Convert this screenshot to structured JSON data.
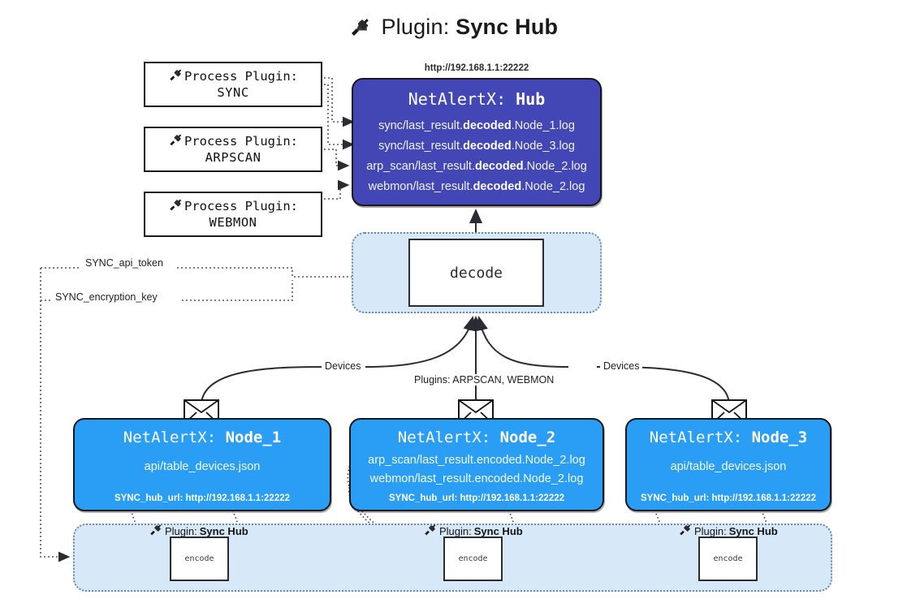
{
  "title": {
    "icon": "plug-icon",
    "prefix": "Plugin:",
    "name": "Sync Hub"
  },
  "process_plugins": [
    {
      "icon": "plug-icon",
      "label": "Process Plugin:",
      "value": "SYNC"
    },
    {
      "icon": "plug-icon",
      "label": "Process Plugin:",
      "value": "ARPSCAN"
    },
    {
      "icon": "plug-icon",
      "label": "Process Plugin:",
      "value": "WEBMON"
    }
  ],
  "hub": {
    "url": "http://192.168.1.1:22222",
    "title_prefix": "NetAlertX:",
    "title_name": "Hub",
    "color": "#4247b5",
    "lines": [
      {
        "pre": "sync/last_result.",
        "mid": "decoded",
        "post": ".Node_1.log"
      },
      {
        "pre": "sync/last_result.",
        "mid": "decoded",
        "post": ".Node_3.log"
      },
      {
        "pre": "arp_scan/last_result.",
        "mid": "decoded",
        "post": ".Node_2.log"
      },
      {
        "pre": "webmon/last_result.",
        "mid": "decoded",
        "post": ".Node_2.log"
      }
    ]
  },
  "decode": {
    "label": "decode",
    "zone_color": "#d7e8f8"
  },
  "edge_labels": {
    "api_token": "SYNC_api_token",
    "encryption_key": "SYNC_encryption_key",
    "devices_left": "Devices",
    "devices_right": "Devices",
    "plugins": "Plugins: ARPSCAN, WEBMON"
  },
  "nodes": [
    {
      "title_prefix": "NetAlertX:",
      "title_name": "Node_1",
      "color": "#2a9df4",
      "lines": [
        "api/table_devices.json"
      ],
      "footer": "SYNC_hub_url: http://192.168.1.1:22222"
    },
    {
      "title_prefix": "NetAlertX:",
      "title_name": "Node_2",
      "color": "#2a9df4",
      "lines": [
        "arp_scan/last_result.encoded.Node_2.log",
        "webmon/last_result.encoded.Node_2.log"
      ],
      "footer": "SYNC_hub_url: http://192.168.1.1:22222"
    },
    {
      "title_prefix": "NetAlertX:",
      "title_name": "Node_3",
      "color": "#2a9df4",
      "lines": [
        "api/table_devices.json"
      ],
      "footer": "SYNC_hub_url: http://192.168.1.1:22222"
    }
  ],
  "encoders": [
    {
      "icon": "plug-icon",
      "label_prefix": "Plugin:",
      "label_name": "Sync Hub",
      "box_label": "encode"
    },
    {
      "icon": "plug-icon",
      "label_prefix": "Plugin:",
      "label_name": "Sync Hub",
      "box_label": "encode"
    },
    {
      "icon": "plug-icon",
      "label_prefix": "Plugin:",
      "label_name": "Sync Hub",
      "box_label": "encode"
    }
  ],
  "band": {
    "color": "#d7e8f8"
  }
}
